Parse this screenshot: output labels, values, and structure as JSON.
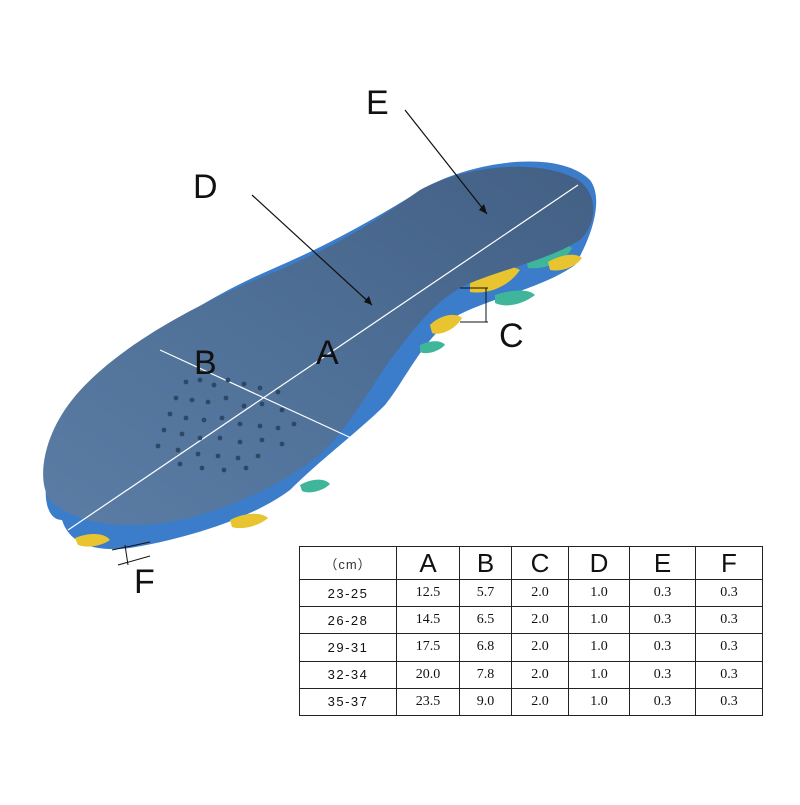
{
  "labels": {
    "A": "A",
    "B": "B",
    "C": "C",
    "D": "D",
    "E": "E",
    "F": "F"
  },
  "table": {
    "unit_header": "（cm）",
    "columns": [
      "A",
      "B",
      "C",
      "D",
      "E",
      "F"
    ],
    "rows": [
      {
        "size": "23-25",
        "values": [
          "12.5",
          "5.7",
          "2.0",
          "1.0",
          "0.3",
          "0.3"
        ]
      },
      {
        "size": "26-28",
        "values": [
          "14.5",
          "6.5",
          "2.0",
          "1.0",
          "0.3",
          "0.3"
        ]
      },
      {
        "size": "29-31",
        "values": [
          "17.5",
          "6.8",
          "2.0",
          "1.0",
          "0.3",
          "0.3"
        ]
      },
      {
        "size": "32-34",
        "values": [
          "20.0",
          "7.8",
          "2.0",
          "1.0",
          "0.3",
          "0.3"
        ]
      },
      {
        "size": "35-37",
        "values": [
          "23.5",
          "9.0",
          "2.0",
          "1.0",
          "0.3",
          "0.3"
        ]
      }
    ]
  },
  "colors": {
    "insole_top": "#4a6a8f",
    "insole_edge": "#3a78c8",
    "camo_yellow": "#e8c430",
    "camo_green": "#3fb59a",
    "camo_blue": "#2f6fd0"
  }
}
